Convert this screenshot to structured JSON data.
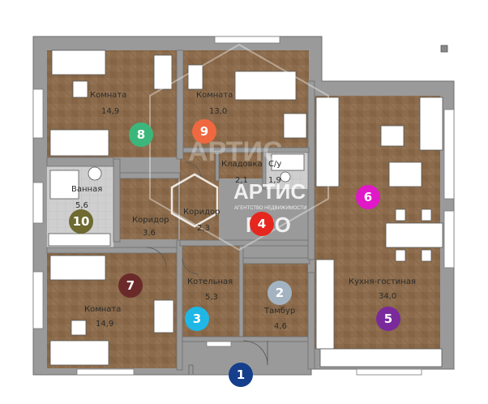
{
  "rooms": {
    "bedroom_top_left": {
      "name": "Комната",
      "area": "14,9"
    },
    "bedroom_top_mid": {
      "name": "Комната",
      "area": "13,0"
    },
    "pantry": {
      "name": "Кладовка",
      "area": "2,1"
    },
    "wc": {
      "name": "С/у",
      "area": "1,9"
    },
    "bathroom": {
      "name": "Ванная",
      "area": "5,6"
    },
    "corridor_left": {
      "name": "Коридор",
      "area": "3,6"
    },
    "corridor_mid": {
      "name": "Коридор",
      "area": "2,3"
    },
    "boiler": {
      "name": "Котельная",
      "area": "5,3"
    },
    "vestibule": {
      "name": "Тамбур",
      "area": "4,6"
    },
    "bedroom_bottom_left": {
      "name": "Комната",
      "area": "14,9"
    },
    "kitchen_living": {
      "name": "Кухня-гостиная",
      "area": "34,0"
    }
  },
  "markers": [
    {
      "n": "1",
      "color": "#153e8c"
    },
    {
      "n": "2",
      "color": "#a3b3c2"
    },
    {
      "n": "3",
      "color": "#1fb7e6"
    },
    {
      "n": "4",
      "color": "#e5271f"
    },
    {
      "n": "5",
      "color": "#7a2a9c"
    },
    {
      "n": "6",
      "color": "#e019c8"
    },
    {
      "n": "7",
      "color": "#6b2a2a"
    },
    {
      "n": "8",
      "color": "#3cb77c"
    },
    {
      "n": "9",
      "color": "#f0683f"
    },
    {
      "n": "10",
      "color": "#6e6a30"
    }
  ],
  "watermark": {
    "brand_top": "АРТИС",
    "brand_main": "АРТИС",
    "brand_sub": "ПРО",
    "tagline": "АГЕНТСТВО НЕДВИЖИМОСТИ"
  },
  "colors": {
    "wall": "#8d8d8d",
    "floor_wood": "#8a6a4a",
    "floor_tile": "#c9c9c9"
  }
}
